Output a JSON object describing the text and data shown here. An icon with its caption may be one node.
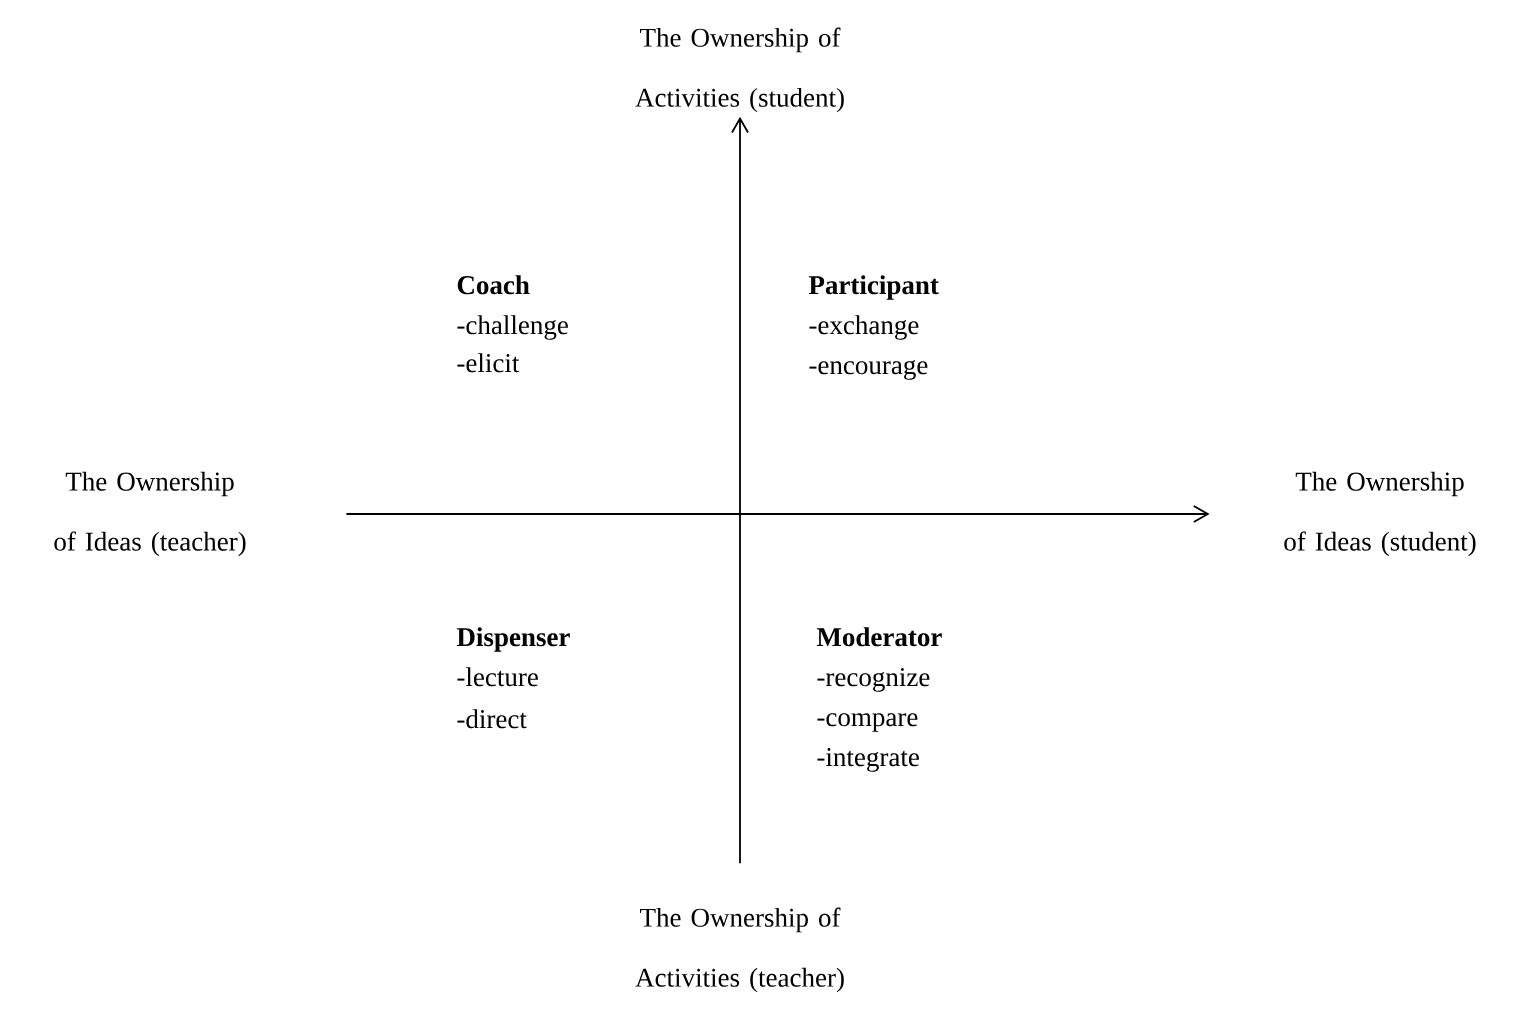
{
  "diagram": {
    "nodes": [
      {
        "text": [
          "The Ownership of Activities (student)"
        ]
      },
      {
        "text": [
          "The Ownership of Ideas (teacher)"
        ]
      },
      {
        "text": [
          "The Ownership of Ideas (student)"
        ]
      },
      {
        "text": [
          "The Ownership of Activities (teacher)"
        ]
      }
    ],
    "edges": [
      {
        "from": 1,
        "to": 2,
        "arrow": "to"
      },
      {
        "from": 3,
        "to": 0,
        "arrow": "to"
      }
    ],
    "labels": [
      "Coach",
      "-challenge",
      "-elicit",
      "Participant",
      "-exchange",
      "-encourage",
      "Dispenser",
      "-lecture",
      "-direct",
      "Moderator",
      "-recognize",
      "-compare",
      "-integrate"
    ]
  }
}
